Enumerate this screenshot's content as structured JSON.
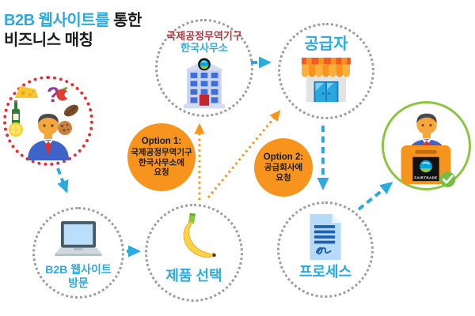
{
  "title": {
    "part1": "B2B 웹사이트를",
    "part2": " 통한",
    "line2": "비즈니스 매칭"
  },
  "nodes": {
    "buyer": {
      "question_mark": "?"
    },
    "fairtrade_office": {
      "line1": "국제공정무역기구",
      "line2": "한국사무소"
    },
    "supplier": {
      "label": "공급자"
    },
    "website": {
      "line1": "B2B 웹사이트",
      "line2": "방문"
    },
    "product": {
      "label": "제품 선택"
    },
    "process": {
      "label": "프로세스"
    },
    "matched": {
      "bag_label": "FAIRTRADE"
    }
  },
  "options": {
    "option1": {
      "heading": "Option 1:",
      "line1": "국제공정무역기구",
      "line2": "한국사무소에",
      "line3": "요청"
    },
    "option2": {
      "heading": "Option 2:",
      "line1": "공급회사에",
      "line2": "요청"
    }
  },
  "edges": [
    {
      "from": "buyer",
      "to": "website",
      "style": "blue-dashed"
    },
    {
      "from": "website",
      "to": "product",
      "style": "blue-dashed"
    },
    {
      "from": "product",
      "to": "fairtrade_office",
      "style": "orange-dotted",
      "option": "Option 1"
    },
    {
      "from": "product",
      "to": "supplier",
      "style": "orange-dotted",
      "option": "Option 2"
    },
    {
      "from": "fairtrade_office",
      "to": "supplier",
      "style": "blue-dashed"
    },
    {
      "from": "supplier",
      "to": "process",
      "style": "blue-dashed"
    },
    {
      "from": "process",
      "to": "matched",
      "style": "blue-dashed"
    }
  ],
  "icons": [
    "buyer-thinking-icon",
    "building-icon",
    "storefront-icon",
    "laptop-icon",
    "banana-icon",
    "document-icon",
    "fairtrade-bag-person-icon",
    "check-badge-icon",
    "fairtrade-logo-icon"
  ],
  "colors": {
    "accent_blue": "#29ABE2",
    "accent_orange": "#F7941E",
    "red_circle": "#EE2A30",
    "office_label_red": "#B03A3E",
    "green_circle": "#8CC63F",
    "gray_dotted": "#9E9E9E",
    "option_fill": "#F7941E"
  }
}
